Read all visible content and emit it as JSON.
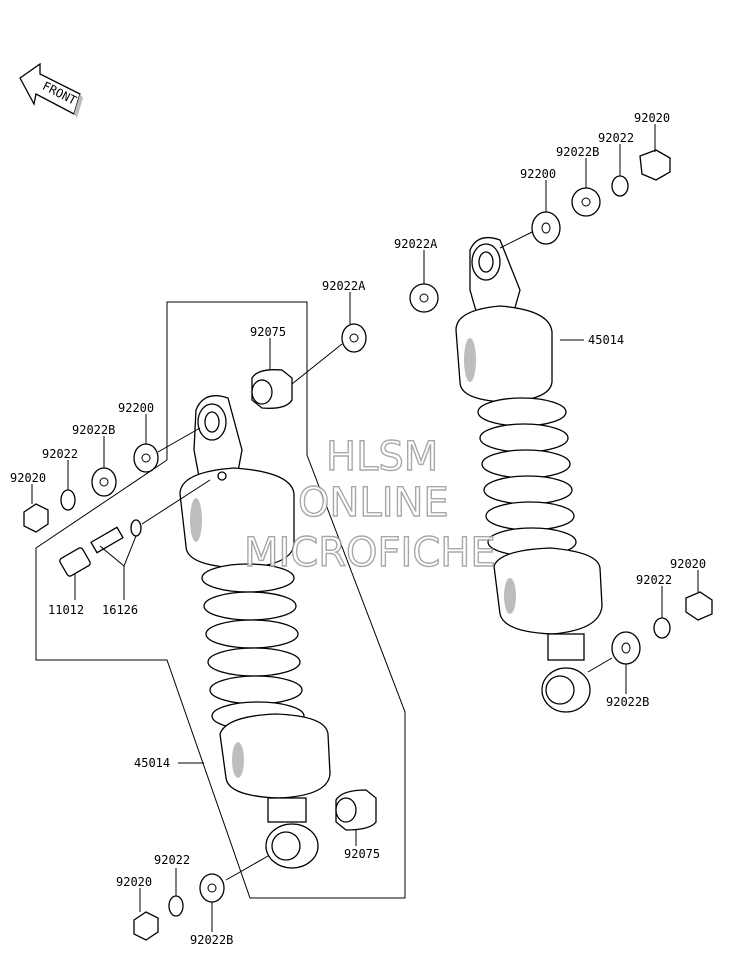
{
  "front_arrow": {
    "text": "FRONT"
  },
  "watermark": {
    "line1": "HLSM",
    "line2": "ONLINE",
    "line3": "MICROFICHE"
  },
  "labels": {
    "right_92020_top": "92020",
    "right_92022_top": "92022",
    "right_92022b_top": "92022B",
    "right_92200": "92200",
    "right_92022a": "92022A",
    "right_45014": "45014",
    "right_92020_bottom": "92020",
    "right_92022_bottom": "92022",
    "right_92022b_bottom": "92022B",
    "left_92022a": "92022A",
    "left_92075_top": "92075",
    "left_92200": "92200",
    "left_92022b_top": "92022B",
    "left_92022_top": "92022",
    "left_92020_top": "92020",
    "left_11012": "11012",
    "left_16126": "16126",
    "left_45014": "45014",
    "left_92075_bottom": "92075",
    "left_92022_bottom": "92022",
    "left_92020_bottom": "92020",
    "left_92022b_bottom": "92022B"
  }
}
